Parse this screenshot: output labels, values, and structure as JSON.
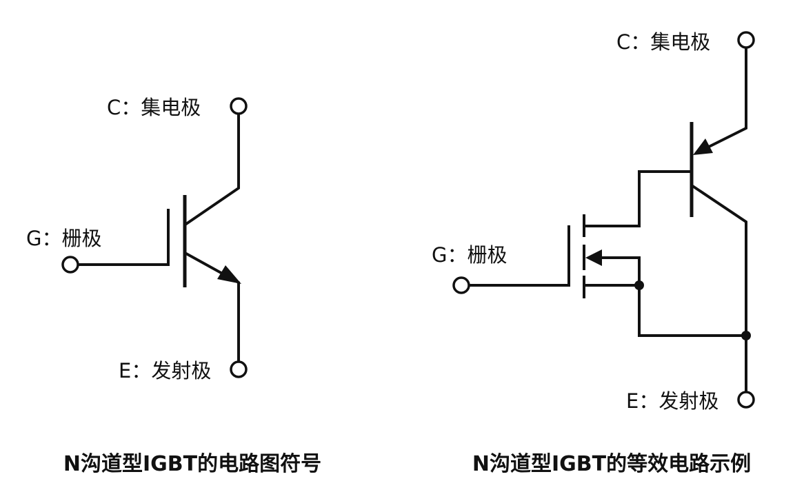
{
  "left_diagram": {
    "collector_label": "C：集电极",
    "gate_label": "G：栅极",
    "emitter_label": "E：发射极",
    "caption": "N沟道型IGBT的电路图符号"
  },
  "right_diagram": {
    "collector_label": "C：集电极",
    "gate_label": "G：栅极",
    "emitter_label": "E：发射极",
    "caption": "N沟道型IGBT的等效电路示例"
  }
}
